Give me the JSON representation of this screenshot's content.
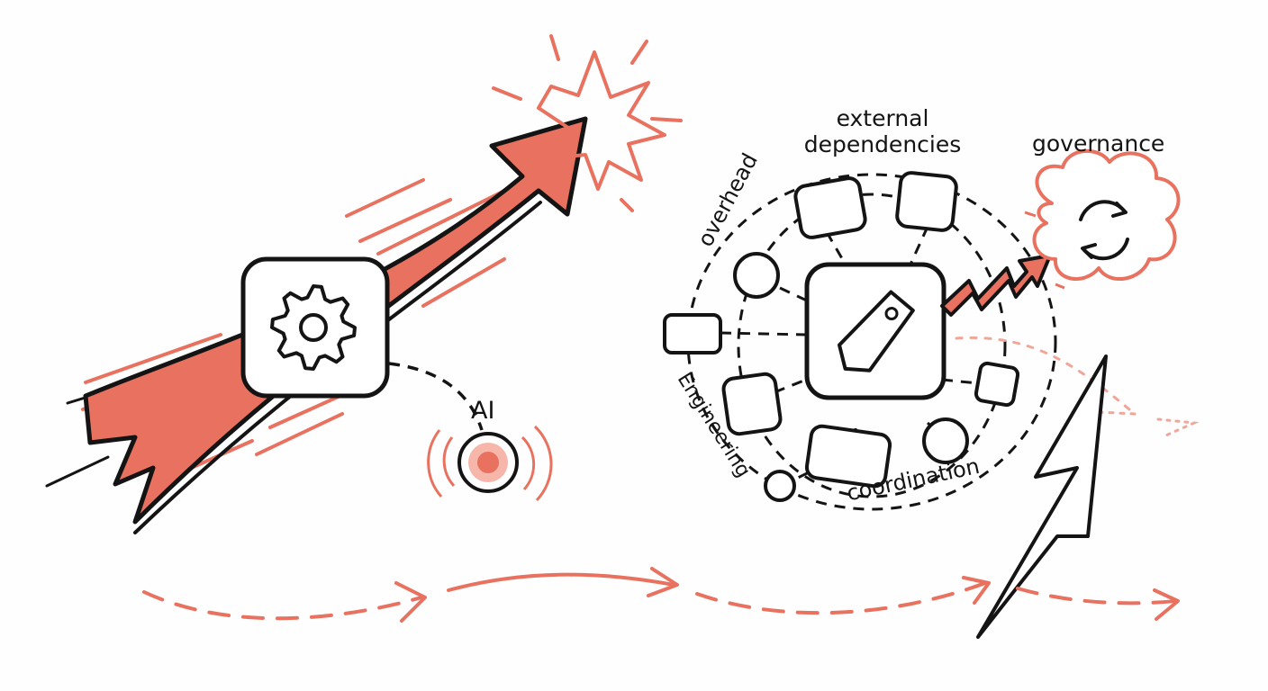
{
  "labels": {
    "external_dependencies_line1": "external",
    "external_dependencies_line2": "dependencies",
    "governance": "governance",
    "ai": "AI",
    "overhead": "overhead",
    "engineering": "Engineering",
    "coordination": "coordination"
  },
  "icons": {
    "gear": "gear-icon",
    "tag": "tag-icon",
    "refresh": "refresh-icon"
  },
  "colors": {
    "accent": "#e8725f",
    "ink": "#141414",
    "background": "#fefefe"
  }
}
